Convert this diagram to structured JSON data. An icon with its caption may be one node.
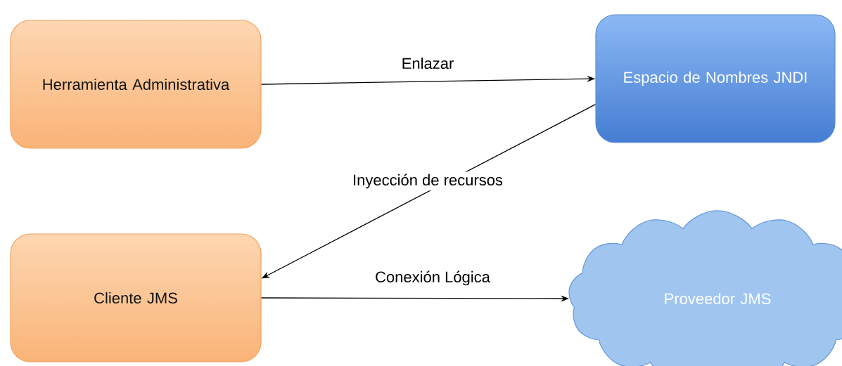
{
  "diagram": {
    "nodes": [
      {
        "text": [
          "Herramienta Administrativa"
        ]
      },
      {
        "text": [
          "Espacio de Nombres JNDI"
        ]
      },
      {
        "text": [
          "Cliente JMS"
        ]
      },
      {
        "text": [
          "Proveedor JMS"
        ]
      }
    ],
    "edges": [
      {
        "from": 0,
        "to": 1,
        "arrow": "to",
        "label": "Enlazar"
      },
      {
        "from": 1,
        "to": 2,
        "arrow": "to",
        "label": "Inyección de recursos"
      },
      {
        "from": 2,
        "to": 3,
        "arrow": "to",
        "label": "Conexión Lógica"
      }
    ]
  }
}
